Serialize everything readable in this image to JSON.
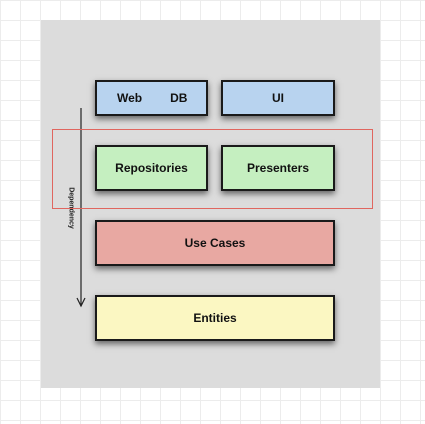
{
  "diagram": {
    "layers": {
      "frameworks": {
        "web": "Web",
        "db": "DB",
        "ui": "UI"
      },
      "adapters": {
        "repositories": "Repositories",
        "presenters": "Presenters"
      },
      "use_cases": "Use Cases",
      "entities": "Entities"
    },
    "dependency_label": "Dependency",
    "colors": {
      "frameworks": "#b8d3ef",
      "adapters": "#c5efc0",
      "use_cases": "#e8a8a2",
      "entities": "#fbf7c2",
      "highlight_border": "#e0665f",
      "panel": "#dcdcdc"
    }
  }
}
